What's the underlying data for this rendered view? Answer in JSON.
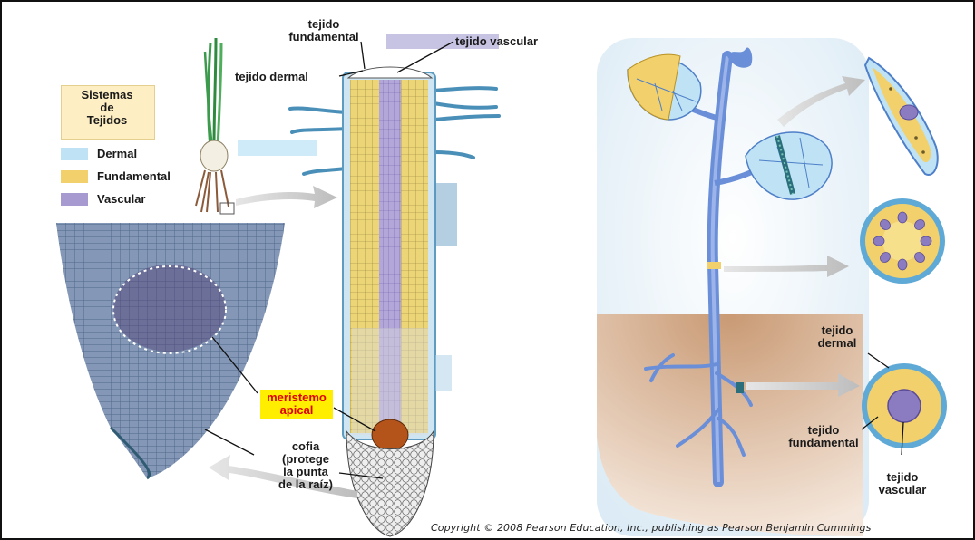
{
  "legend": {
    "title": "Sistemas\nde\nTejidos",
    "items": [
      {
        "label": "Dermal",
        "color": "#bfe3f5"
      },
      {
        "label": "Fundamental",
        "color": "#f2d06b"
      },
      {
        "label": "Vascular",
        "color": "#a79ad0"
      }
    ]
  },
  "root_labels": {
    "fundamental": "tejido\nfundamental",
    "vascular": "tejido vascular",
    "dermal": "tejido dermal",
    "meristem": "meristemo\napical",
    "cofia": "cofia\n(protege\nla punta\nde la raíz)"
  },
  "plant_labels": {
    "dermal": "tejido\ndermal",
    "fundamental": "tejido\nfundamental",
    "vascular": "tejido\nvascular"
  },
  "copyright": "Copyright © 2008 Pearson Education, Inc., publishing as Pearson Benjamin Cummings",
  "colors": {
    "dermal": "#bfe3f5",
    "fundamental": "#f2d06b",
    "vascular": "#a79ad0",
    "soil": "#d2a987",
    "stem": "#6a8fd8",
    "meristem_bg": "#ffee00",
    "meristem_text": "#e00000"
  }
}
